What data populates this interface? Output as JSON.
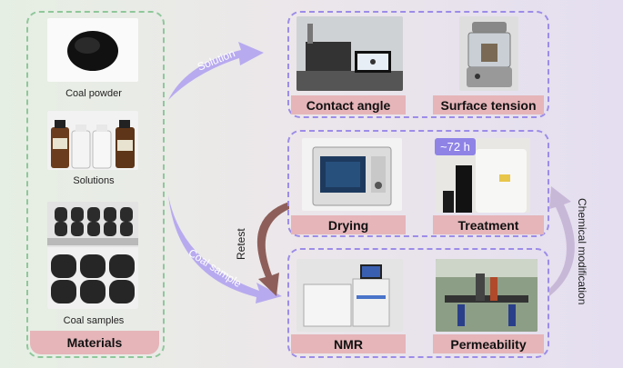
{
  "materials": {
    "title": "Materials",
    "items": [
      {
        "label": "Coal powder",
        "icon": "coal-powder-photo"
      },
      {
        "label": "Solutions",
        "icon": "reagent-bottles-photo"
      },
      {
        "label": "Coal samples",
        "icon": "coal-cylinders-photo"
      }
    ]
  },
  "arrows": {
    "solution": "Solution",
    "coal_sample": "Coal sample",
    "retest": "Retest",
    "chemical_modification": "Chemical modification"
  },
  "panels": {
    "contact_angle": "Contact angle",
    "surface_tension": "Surface tension",
    "drying": "Drying",
    "treatment": "Treatment",
    "treatment_badge": "~72 h",
    "nmr": "NMR",
    "permeability": "Permeability"
  },
  "colors": {
    "green_dash": "#8fc79a",
    "purple_dash": "#9d8ce8",
    "label_bg": "#e5b5b9",
    "arrow_purple": "#b3a3ef",
    "arrow_brown": "#8e5f5a"
  }
}
